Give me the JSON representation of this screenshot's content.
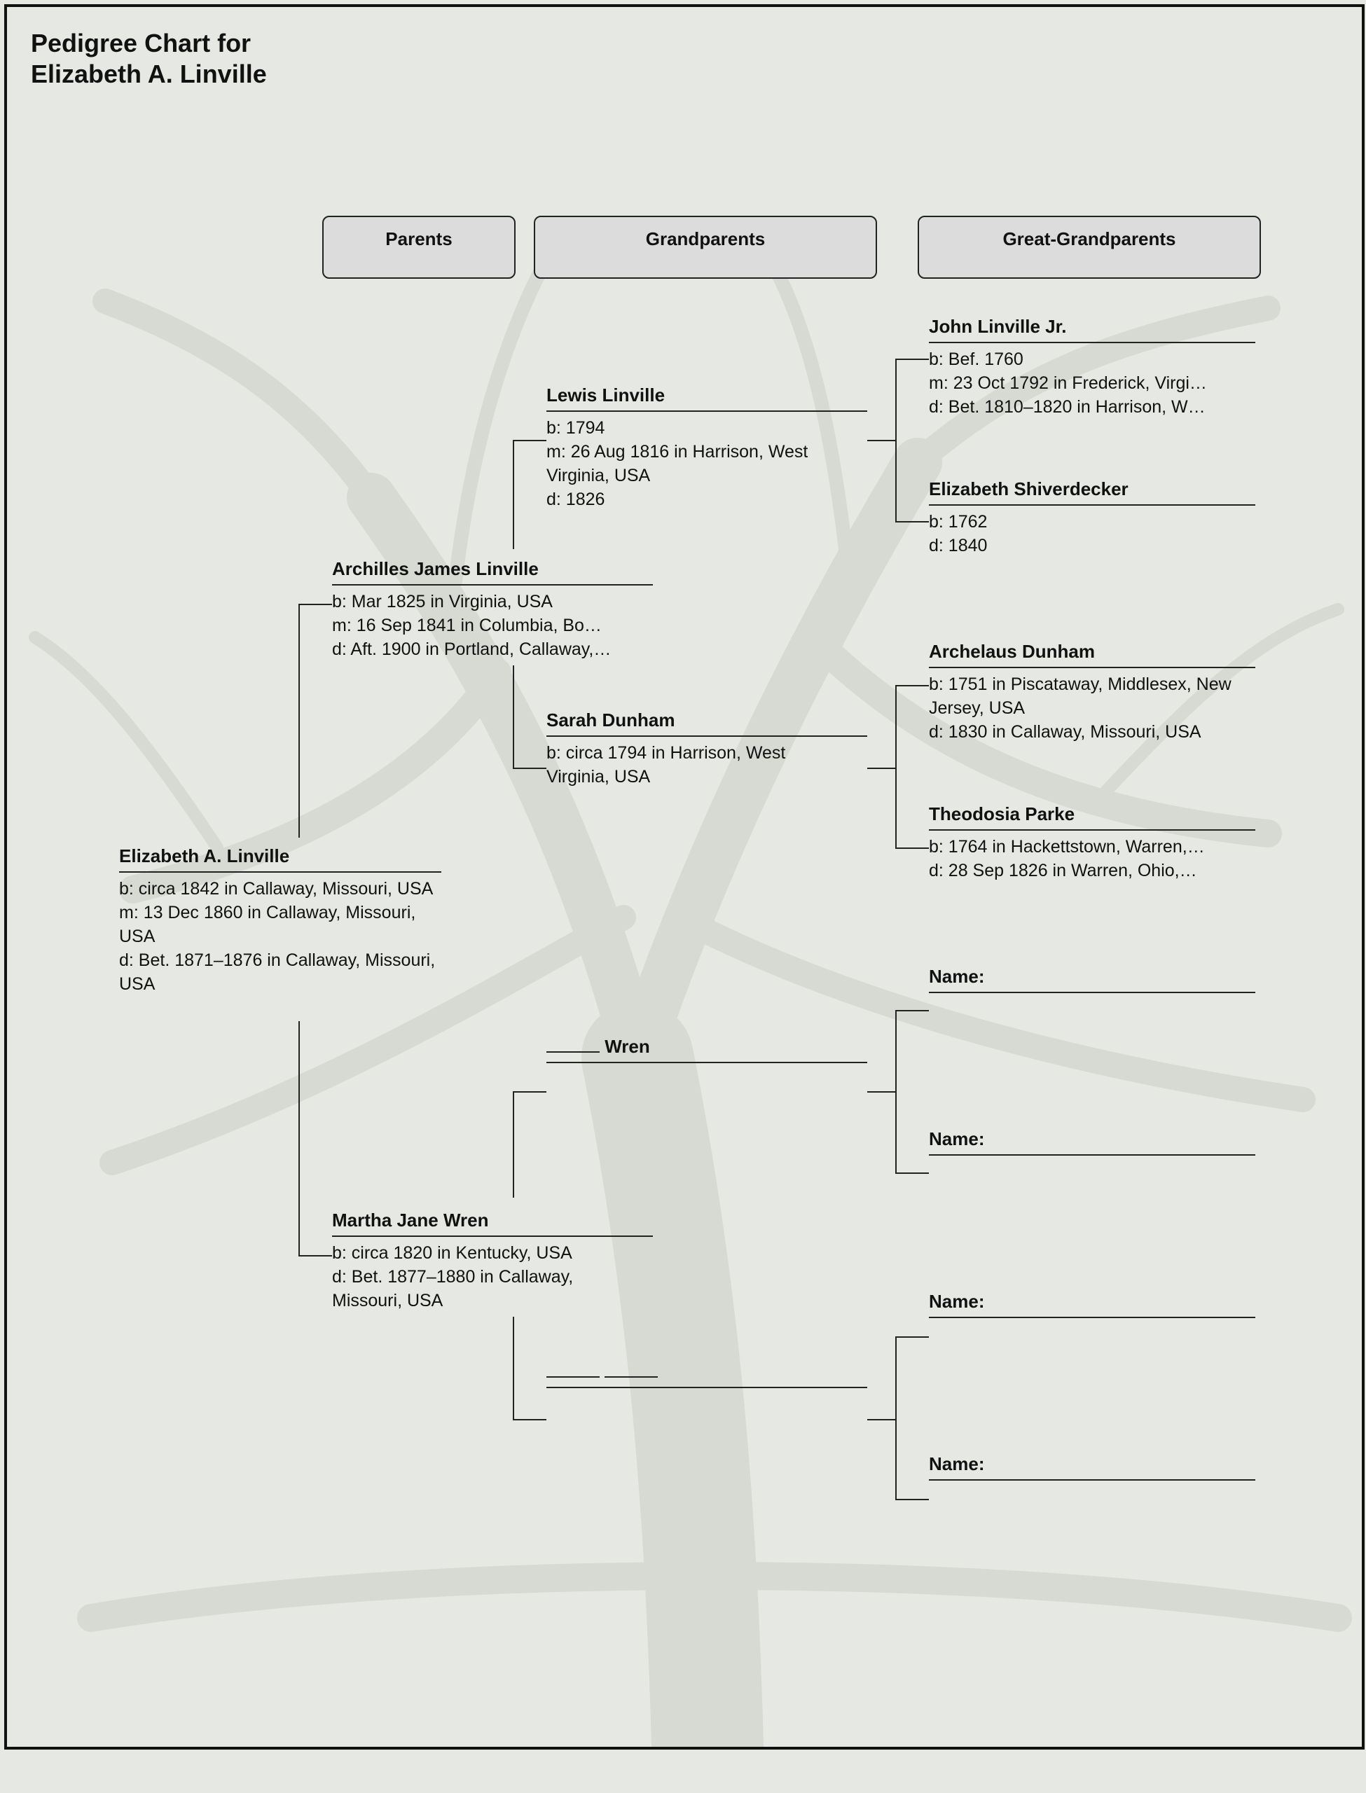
{
  "title": {
    "line1": "Pedigree Chart for",
    "line2": "Elizabeth A. Linville"
  },
  "headers": {
    "parents": "Parents",
    "grandparents": "Grandparents",
    "great_grandparents": "Great-Grandparents"
  },
  "subject": {
    "name": "Elizabeth A. Linville",
    "facts": [
      "b: circa 1842 in Callaway, Missouri, USA",
      "m: 13 Dec 1860 in Callaway, Missouri, USA",
      "d: Bet. 1871–1876 in Callaway, Missouri, USA"
    ]
  },
  "father": {
    "name": "Archilles James Linville",
    "facts": [
      "b: Mar 1825 in Virginia, USA",
      "m: 16 Sep 1841 in Columbia, Bo…",
      "d: Aft. 1900 in Portland, Callaway,…"
    ]
  },
  "mother": {
    "name": "Martha Jane Wren",
    "facts": [
      "b: circa 1820 in Kentucky, USA",
      "d: Bet. 1877–1880 in Callaway, Missouri, USA"
    ]
  },
  "paternal_grandfather": {
    "name": "Lewis Linville",
    "facts": [
      "b: 1794",
      "m: 26 Aug 1816 in Harrison, West Virginia, USA",
      "d: 1826"
    ]
  },
  "paternal_grandmother": {
    "name": "Sarah Dunham",
    "facts": [
      "b: circa 1794 in Harrison, West Virginia, USA"
    ]
  },
  "maternal_grandfather": {
    "name_suffix": "Wren"
  },
  "great_grandparents": {
    "john": {
      "name": "John Linville Jr.",
      "facts": [
        "b: Bef. 1760",
        "m: 23 Oct 1792 in Frederick, Virgi…",
        "d: Bet. 1810–1820 in Harrison, W…"
      ]
    },
    "elizabeth": {
      "name": "Elizabeth Shiverdecker",
      "facts": [
        "b: 1762",
        "d: 1840"
      ]
    },
    "archelaus": {
      "name": "Archelaus Dunham",
      "facts": [
        "b: 1751 in Piscataway, Middlesex, New Jersey, USA",
        "d: 1830 in Callaway, Missouri, USA"
      ]
    },
    "theodosia": {
      "name": "Theodosia Parke",
      "facts": [
        "b: 1764 in Hackettstown, Warren,…",
        "d: 28 Sep 1826 in Warren, Ohio,…"
      ]
    },
    "blank_label": "Name:"
  }
}
